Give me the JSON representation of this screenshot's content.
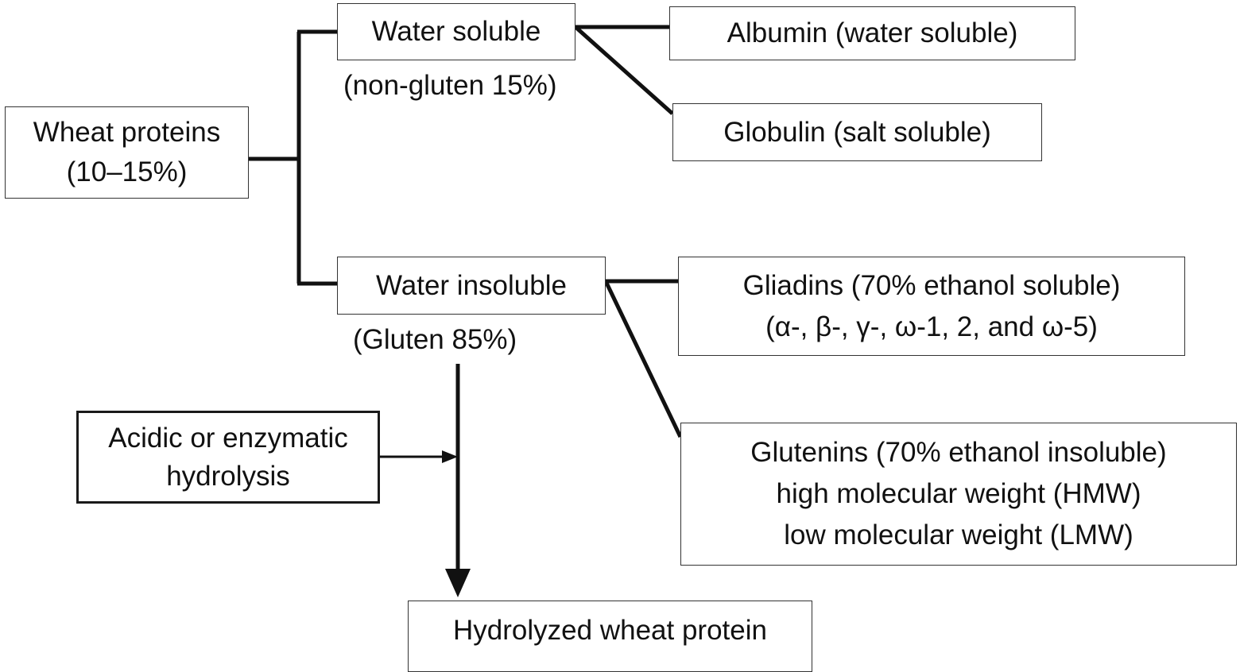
{
  "nodes": {
    "wheat_proteins": [
      "Wheat proteins",
      "(10–15%)"
    ],
    "water_soluble": [
      "Water soluble"
    ],
    "albumin": [
      "Albumin (water soluble)"
    ],
    "globulin": [
      "Globulin (salt soluble)"
    ],
    "water_insoluble": [
      "Water insoluble"
    ],
    "gliadins": [
      "Gliadins (70% ethanol soluble)",
      "(α-, β-, γ-, ω-1, 2, and ω-5)"
    ],
    "glutenins": [
      "Glutenins (70% ethanol insoluble)",
      "high molecular weight (HMW)",
      "low molecular weight (LMW)"
    ],
    "hydrolysis": [
      "Acidic or enzymatic",
      "hydrolysis"
    ],
    "hydrolyzed": [
      "Hydrolyzed wheat protein"
    ]
  },
  "captions": {
    "non_gluten": "(non-gluten 15%)",
    "gluten": "(Gluten 85%)"
  },
  "colors": {
    "line": "#111111",
    "box_border": "#333333",
    "background": "#ffffff"
  }
}
